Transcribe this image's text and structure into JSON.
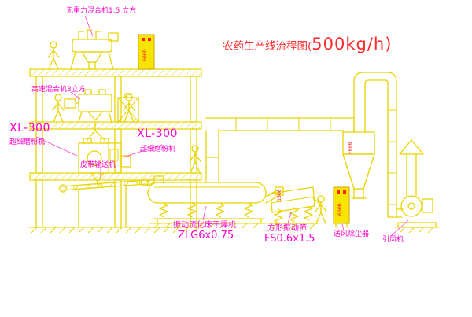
{
  "meta": {
    "title_prefix": "农药生产线流程图(",
    "title_capacity": "500kg/h)"
  },
  "colors": {
    "background": "#ffffff",
    "line": "#e8d400",
    "cabinet_fill": "#f7e400",
    "label": "#ff00cc",
    "title": "#ff2a2a",
    "tag_red": "#ff2020"
  },
  "labels": {
    "gravity_mixer": "无重力混合机1.5 立方",
    "high_speed_mixer": "高速混合机3立方",
    "mill_left_model": "XL-300",
    "mill_left_name": "超细磨粉机",
    "mill_center_model": "XL-300",
    "mill_center_name": "超细磨粉机",
    "belt_conveyor": "皮带输送机",
    "dryer_name": "振动流化床干燥机",
    "dryer_model": "ZLG6x0.75",
    "screen_name": "方形振动筛",
    "screen_model": "FS0.6x1.5",
    "dust_collector": "送风除尘器",
    "fan": "引风机"
  },
  "tags": {
    "cabinet_top": "600D",
    "cabinet_bottom": "600D",
    "cyclone": "F600",
    "screen_feed": "1500"
  }
}
